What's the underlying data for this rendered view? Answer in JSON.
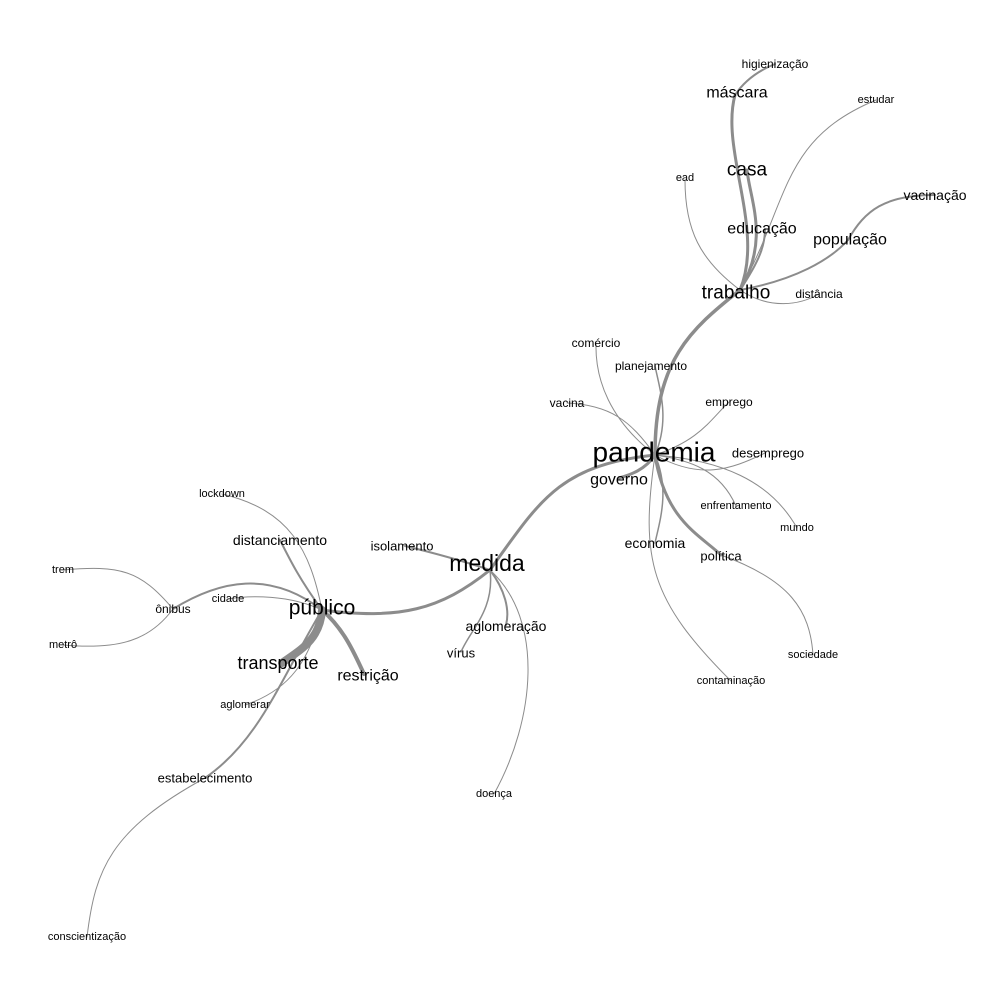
{
  "graph": {
    "type": "similarity-network",
    "edge_color": "#8c8c8c",
    "text_color": "#000000",
    "nodes": {
      "higienizacao": "higienização",
      "mascara": "máscara",
      "estudar": "estudar",
      "casa": "casa",
      "ead": "ead",
      "vacinacao": "vacinação",
      "educacao": "educação",
      "populacao": "população",
      "trabalho": "trabalho",
      "distancia": "distância",
      "comercio": "comércio",
      "planejamento": "planejamento",
      "vacina": "vacina",
      "emprego": "emprego",
      "pandemia": "pandemia",
      "desemprego": "desemprego",
      "governo": "governo",
      "enfrentamento": "enfrentamento",
      "mundo": "mundo",
      "economia": "economia",
      "politica": "política",
      "isolamento": "isolamento",
      "medida": "medida",
      "lockdown": "lockdown",
      "distanciamento": "distanciamento",
      "trem": "trem",
      "onibus": "ônibus",
      "cidade": "cidade",
      "publico": "público",
      "metro": "metrô",
      "aglomeracao": "aglomeração",
      "virus": "vírus",
      "transporte": "transporte",
      "restricao": "restrição",
      "sociedade": "sociedade",
      "contaminacao": "contaminação",
      "aglomerar": "aglomerar",
      "estabelecimento": "estabelecimento",
      "doenca": "doença",
      "conscientizacao": "conscientização"
    }
  }
}
